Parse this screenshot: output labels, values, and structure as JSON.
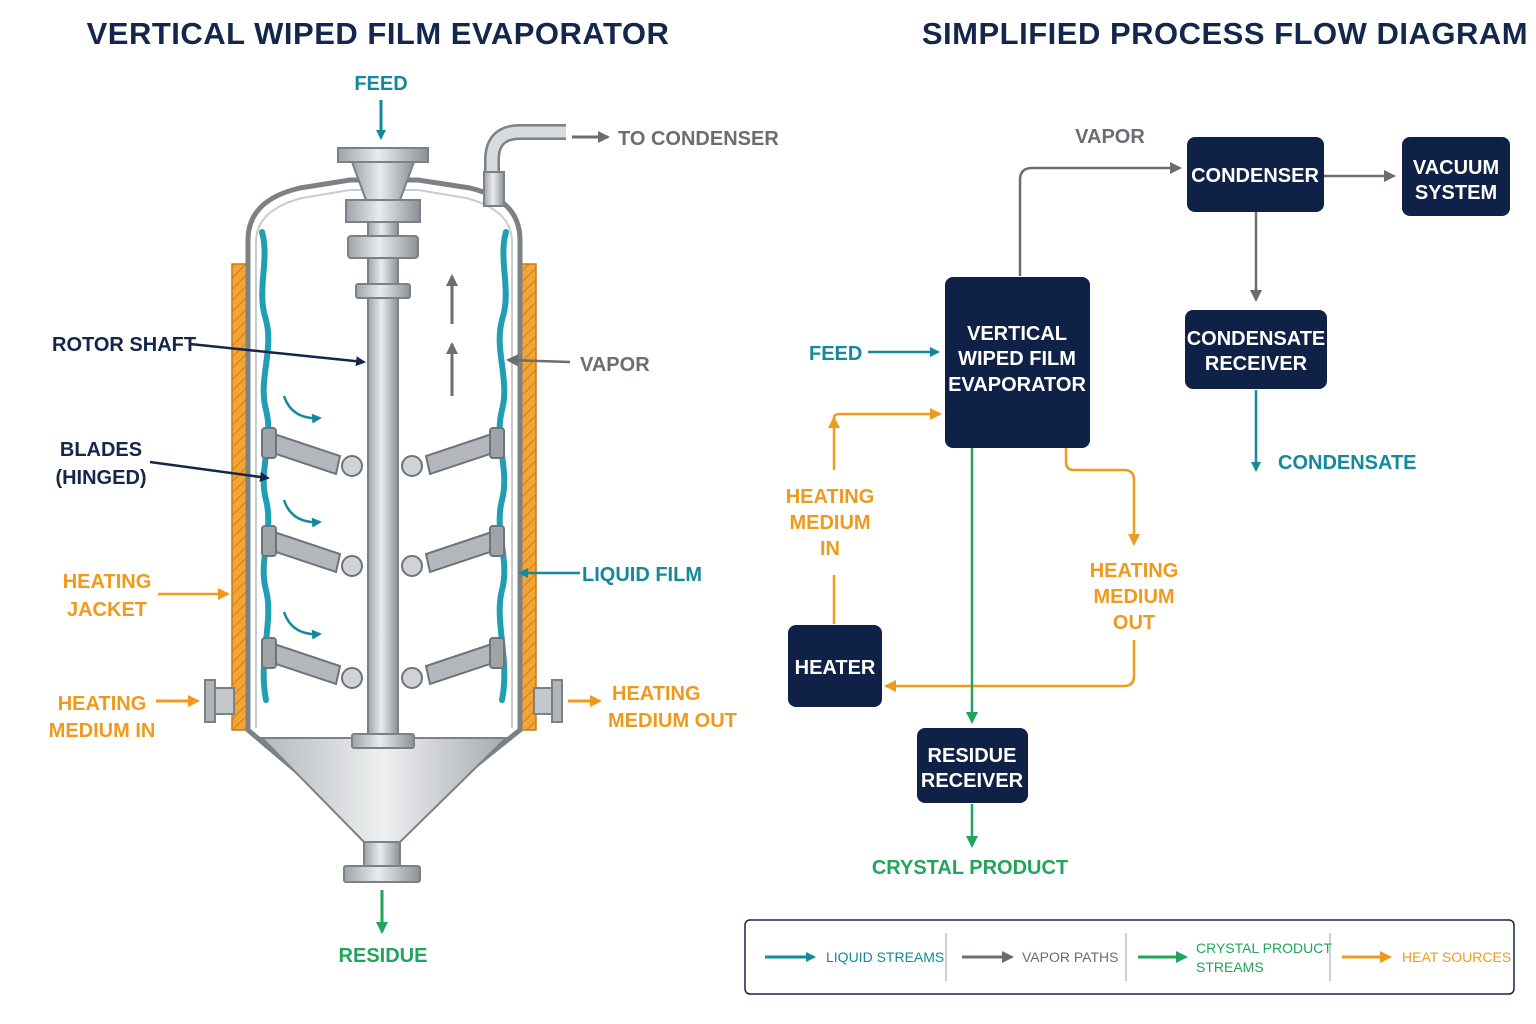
{
  "left_panel": {
    "title": "VERTICAL WIPED FILM EVAPORATOR",
    "labels": {
      "feed": "FEED",
      "to_condenser": "TO CONDENSER",
      "rotor_shaft": "ROTOR SHAFT",
      "vapor": "VAPOR",
      "blades_line1": "BLADES",
      "blades_line2": "(HINGED)",
      "heating_jacket_line1": "HEATING",
      "heating_jacket_line2": "JACKET",
      "liquid_film": "LIQUID FILM",
      "heating_in_line1": "HEATING",
      "heating_in_line2": "MEDIUM IN",
      "heating_out_line1": "HEATING",
      "heating_out_line2": "MEDIUM OUT",
      "residue": "RESIDUE"
    }
  },
  "right_panel": {
    "title": "SIMPLIFIED PROCESS FLOW DIAGRAM",
    "boxes": {
      "evaporator": [
        "VERTICAL",
        "WIPED FILM",
        "EVAPORATOR"
      ],
      "condenser": [
        "CONDENSER"
      ],
      "vacuum": [
        "VACUUM",
        "SYSTEM"
      ],
      "condensate_receiver": [
        "CONDENSATE",
        "RECEIVER"
      ],
      "heater": [
        "HEATER"
      ],
      "residue_receiver": [
        "RESIDUE",
        "RECEIVER"
      ]
    },
    "labels": {
      "vapor": "VAPOR",
      "feed": "FEED",
      "condensate": "CONDENSATE",
      "heating_in": [
        "HEATING",
        "MEDIUM",
        "IN"
      ],
      "heating_out": [
        "HEATING",
        "MEDIUM",
        "OUT"
      ],
      "crystal_product": "CRYSTAL PRODUCT"
    }
  },
  "legend": {
    "items": [
      {
        "label": "LIQUID STREAMS",
        "color": "#14899b"
      },
      {
        "label": "VAPOR PATHS",
        "color": "#6a6e72"
      },
      {
        "label_line1": "CRYSTAL PRODUCT",
        "label_line2": "STREAMS",
        "color": "#22a45a"
      },
      {
        "label": "HEAT SOURCES",
        "color": "#ee9a1c"
      }
    ]
  },
  "colors": {
    "navy": "#13264b",
    "teal": "#14899b",
    "gray": "#6a6e72",
    "orange": "#ee9a1c",
    "green": "#22a45a",
    "box": "#0f2147"
  }
}
